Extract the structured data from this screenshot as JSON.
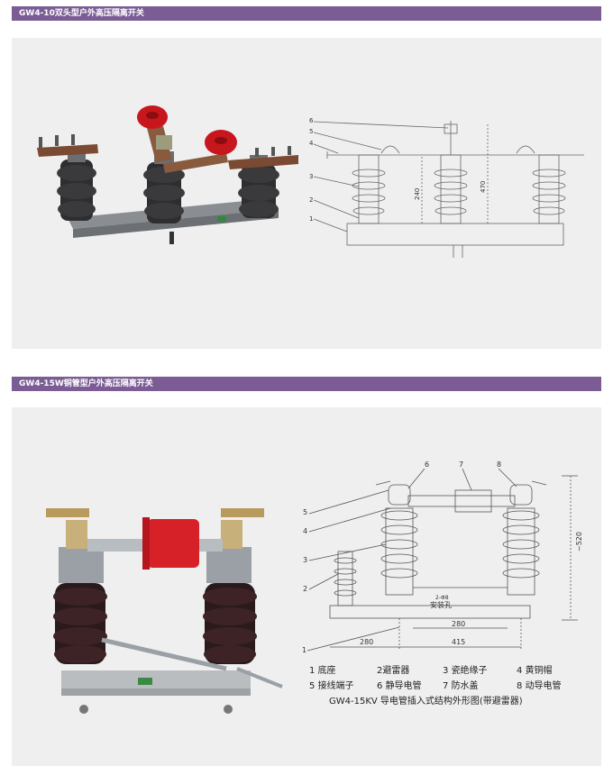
{
  "section1": {
    "title": "GW4-10双头型户外高压隔离开关",
    "diagram": {
      "callouts": [
        "6",
        "5",
        "4",
        "3",
        "2",
        "1"
      ],
      "dim_a": "240",
      "dim_b": "470"
    }
  },
  "section2": {
    "title": "GW4-15W铜管型户外高压隔离开关",
    "diagram": {
      "callouts_top": [
        "6",
        "7",
        "8"
      ],
      "callouts_left": [
        "5",
        "4",
        "3",
        "2",
        "1"
      ],
      "dim_height": "~520",
      "dim_left": "280",
      "dim_mid": "280",
      "dim_total": "415",
      "hole_label": "2-Φ8",
      "install_hole": "安装孔"
    },
    "legend": [
      {
        "num": "1",
        "text": "底座"
      },
      {
        "num": "2",
        "text": "避雷器"
      },
      {
        "num": "3",
        "text": "瓷绝缘子"
      },
      {
        "num": "4",
        "text": "黄铜帽"
      },
      {
        "num": "5",
        "text": "接线端子"
      },
      {
        "num": "6",
        "text": "静导电管"
      },
      {
        "num": "7",
        "text": "防水盖"
      },
      {
        "num": "8",
        "text": "动导电管"
      }
    ],
    "caption": "GW4-15KV 导电管插入式结构外形图(带避雷器)"
  }
}
